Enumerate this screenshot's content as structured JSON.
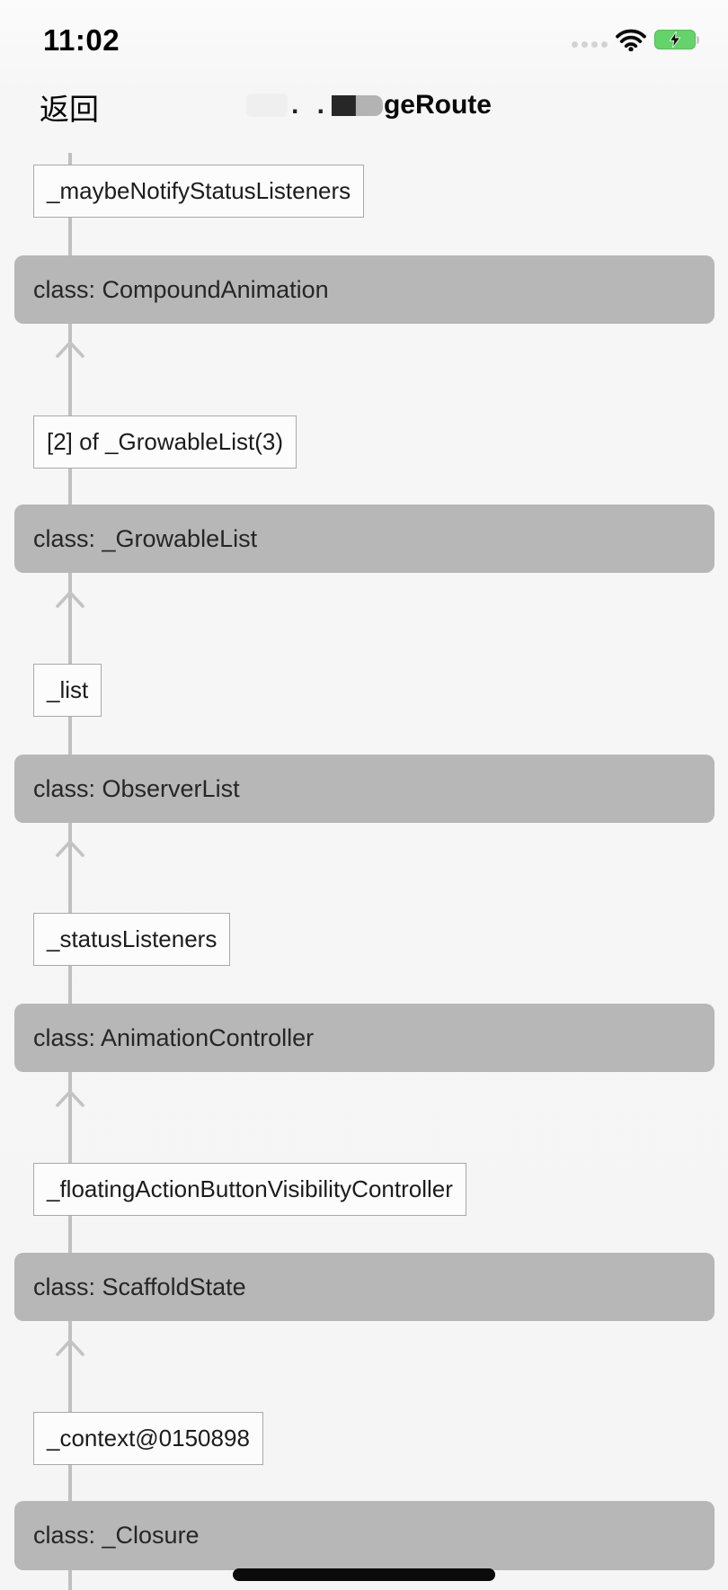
{
  "status_bar": {
    "time": "11:02",
    "icons": [
      "cellular-signal-dots",
      "wifi-icon",
      "battery-charging-icon"
    ]
  },
  "nav": {
    "back_label": "返回",
    "title_prefix": ". .",
    "title_visible": "geRoute"
  },
  "chain": [
    {
      "ref_label": "_maybeNotifyStatusListeners",
      "class_label": "class: CompoundAnimation"
    },
    {
      "ref_label": "[2] of _GrowableList(3)",
      "class_label": "class: _GrowableList"
    },
    {
      "ref_label": "_list",
      "class_label": "class: ObserverList"
    },
    {
      "ref_label": "_statusListeners",
      "class_label": "class: AnimationController"
    },
    {
      "ref_label": "_floatingActionButtonVisibilityController",
      "class_label": "class: ScaffoldState"
    },
    {
      "ref_label": "_context@0150898",
      "class_label": "class: _Closure"
    }
  ],
  "colors": {
    "class_bar_gray": "#b7b7b7",
    "battery_green": "#64d36a",
    "line_gray": "#c0c0c0"
  }
}
